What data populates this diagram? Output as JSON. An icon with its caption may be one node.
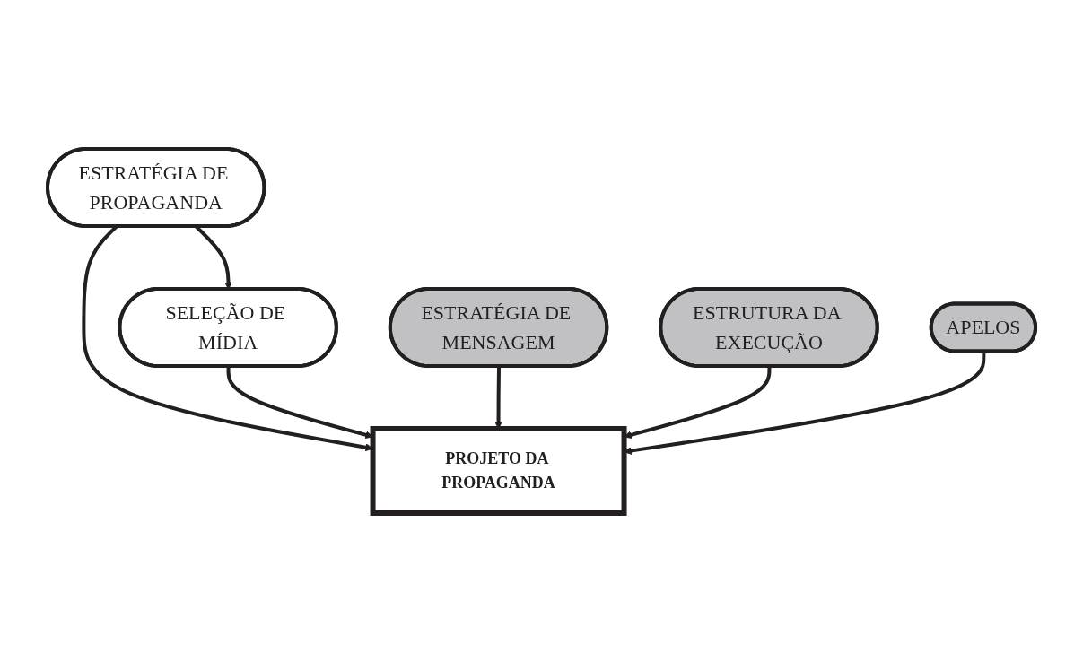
{
  "diagram": {
    "nodes": [
      {
        "text": [
          "ESTRATÉGIA DE PROPAGANDA"
        ]
      },
      {
        "text": [
          "SELEÇÃO DE MÍDIA"
        ]
      },
      {
        "text": [
          "PROJETO DA PROPAGANDA"
        ]
      },
      {
        "text": [
          "ESTRATÉGIA DE MENSAGEM"
        ]
      },
      {
        "text": [
          "ESTRUTURA DA EXECUÇÃO"
        ]
      },
      {
        "text": [
          "APELOS"
        ]
      }
    ],
    "edges": [
      {
        "from": 0,
        "to": 1,
        "arrow": "to"
      },
      {
        "from": 0,
        "to": 2,
        "arrow": "to"
      },
      {
        "from": 1,
        "to": 2,
        "arrow": "to"
      },
      {
        "from": 3,
        "to": 2,
        "arrow": "to"
      },
      {
        "from": 4,
        "to": 2,
        "arrow": "to"
      },
      {
        "from": 5,
        "to": 2,
        "arrow": "to"
      }
    ]
  }
}
